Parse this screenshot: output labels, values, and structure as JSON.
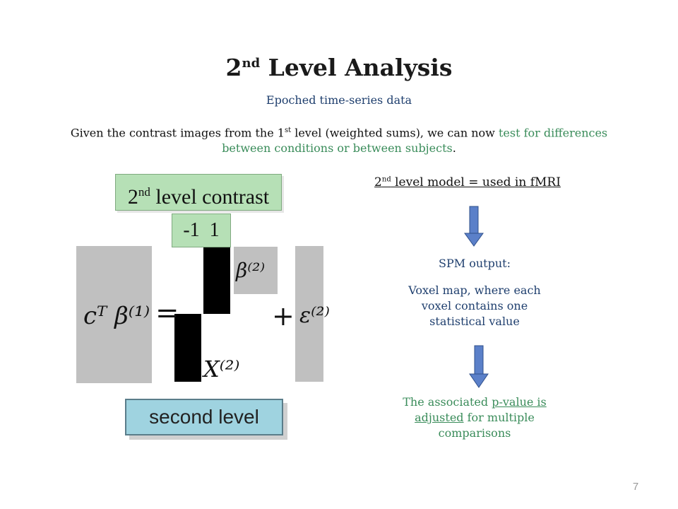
{
  "title": {
    "prefix": "2",
    "sup": "nd",
    "rest": " Level Analysis"
  },
  "subtitle": "Epoched time-series data",
  "intro": {
    "part1": "Given the contrast images from the 1",
    "sup": "st",
    "part2": " level (weighted  sums), we can now ",
    "highlight": "test for differences between conditions or between subjects",
    "end": "."
  },
  "contrast_box": {
    "prefix": "2",
    "sup": "nd",
    "rest": " level contrast"
  },
  "contrast_vector": "-1  1",
  "equation": {
    "lhs": "cᵀ β⁽¹⁾",
    "equals": "=",
    "beta": "β⁽²⁾",
    "design": "X⁽²⁾",
    "plus": "+",
    "error": "ε⁽²⁾"
  },
  "second_level_label": "second level",
  "model_label": {
    "prefix": "2",
    "sup": "nd",
    "rest": " level model = used in fMRI"
  },
  "spm_output": "SPM output:",
  "voxel_text": "Voxel map, where each voxel contains one statistical value",
  "assoc_text": {
    "part1": "The associated ",
    "ul": "p-value is adjusted",
    "part2": " for multiple comparisons"
  },
  "page_number": "7",
  "colors": {
    "green_text": "#3a8c5a",
    "blue_text": "#1f3f6e",
    "contrast_fill": "#b6e0b6",
    "second_level_fill": "#9fd3e0",
    "arrow_fill": "#5b80c9",
    "gray_panel": "#c0c0c0"
  }
}
